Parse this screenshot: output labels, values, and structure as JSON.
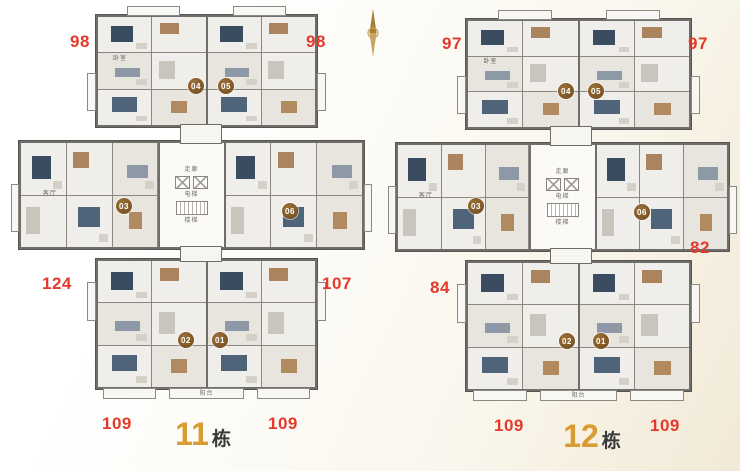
{
  "scene": {
    "type": "residential-floorplan-keyplate",
    "buildings_count": 2
  },
  "colors": {
    "area_number": "#e23a2c",
    "unit_badge": "#7d5527",
    "building_number_accent": "#d89c32",
    "plan_wall": "#6f6e6a",
    "background_cream": "#f2e9d6"
  },
  "compass": {
    "icon": "compass-needle-icon"
  },
  "labels": {
    "elevator": "电梯",
    "stairs": "楼梯",
    "corridor": "走廊",
    "balcony": "阳台",
    "bedroom": "卧室",
    "living_room": "客厅"
  },
  "buildings": [
    {
      "name": "Building 11",
      "label_num": "11",
      "label_suffix": "栋",
      "areas": {
        "top_left": "98",
        "top_right": "98",
        "mid_left": "124",
        "mid_right": "107",
        "bottom_left": "109",
        "bottom_right": "109"
      },
      "units": [
        "04",
        "05",
        "03",
        "06",
        "02",
        "01"
      ]
    },
    {
      "name": "Building 12",
      "label_num": "12",
      "label_suffix": "栋",
      "areas": {
        "top_left": "97",
        "top_right": "97",
        "mid_left": "84",
        "mid_right": "82",
        "bottom_left": "109",
        "bottom_right": "109"
      },
      "units": [
        "04",
        "05",
        "03",
        "06",
        "02",
        "01"
      ]
    }
  ]
}
